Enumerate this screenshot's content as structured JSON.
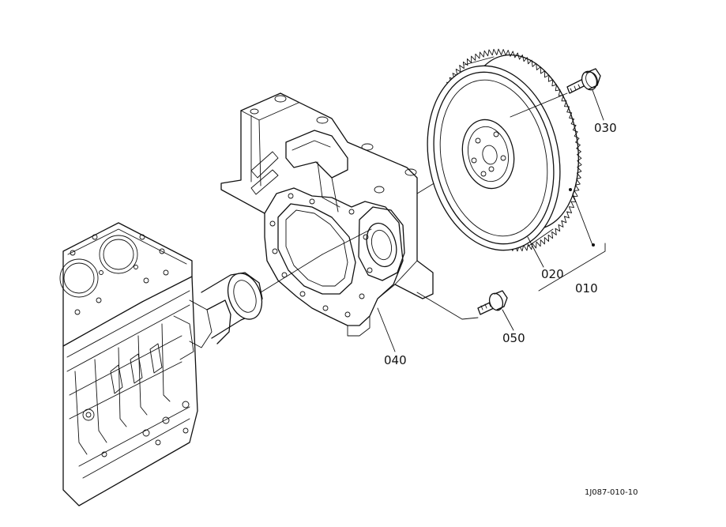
{
  "callouts": {
    "c010": "010",
    "c020": "020",
    "c030": "030",
    "c040": "040",
    "c050": "050"
  },
  "figure_code": "1J087-010-10"
}
